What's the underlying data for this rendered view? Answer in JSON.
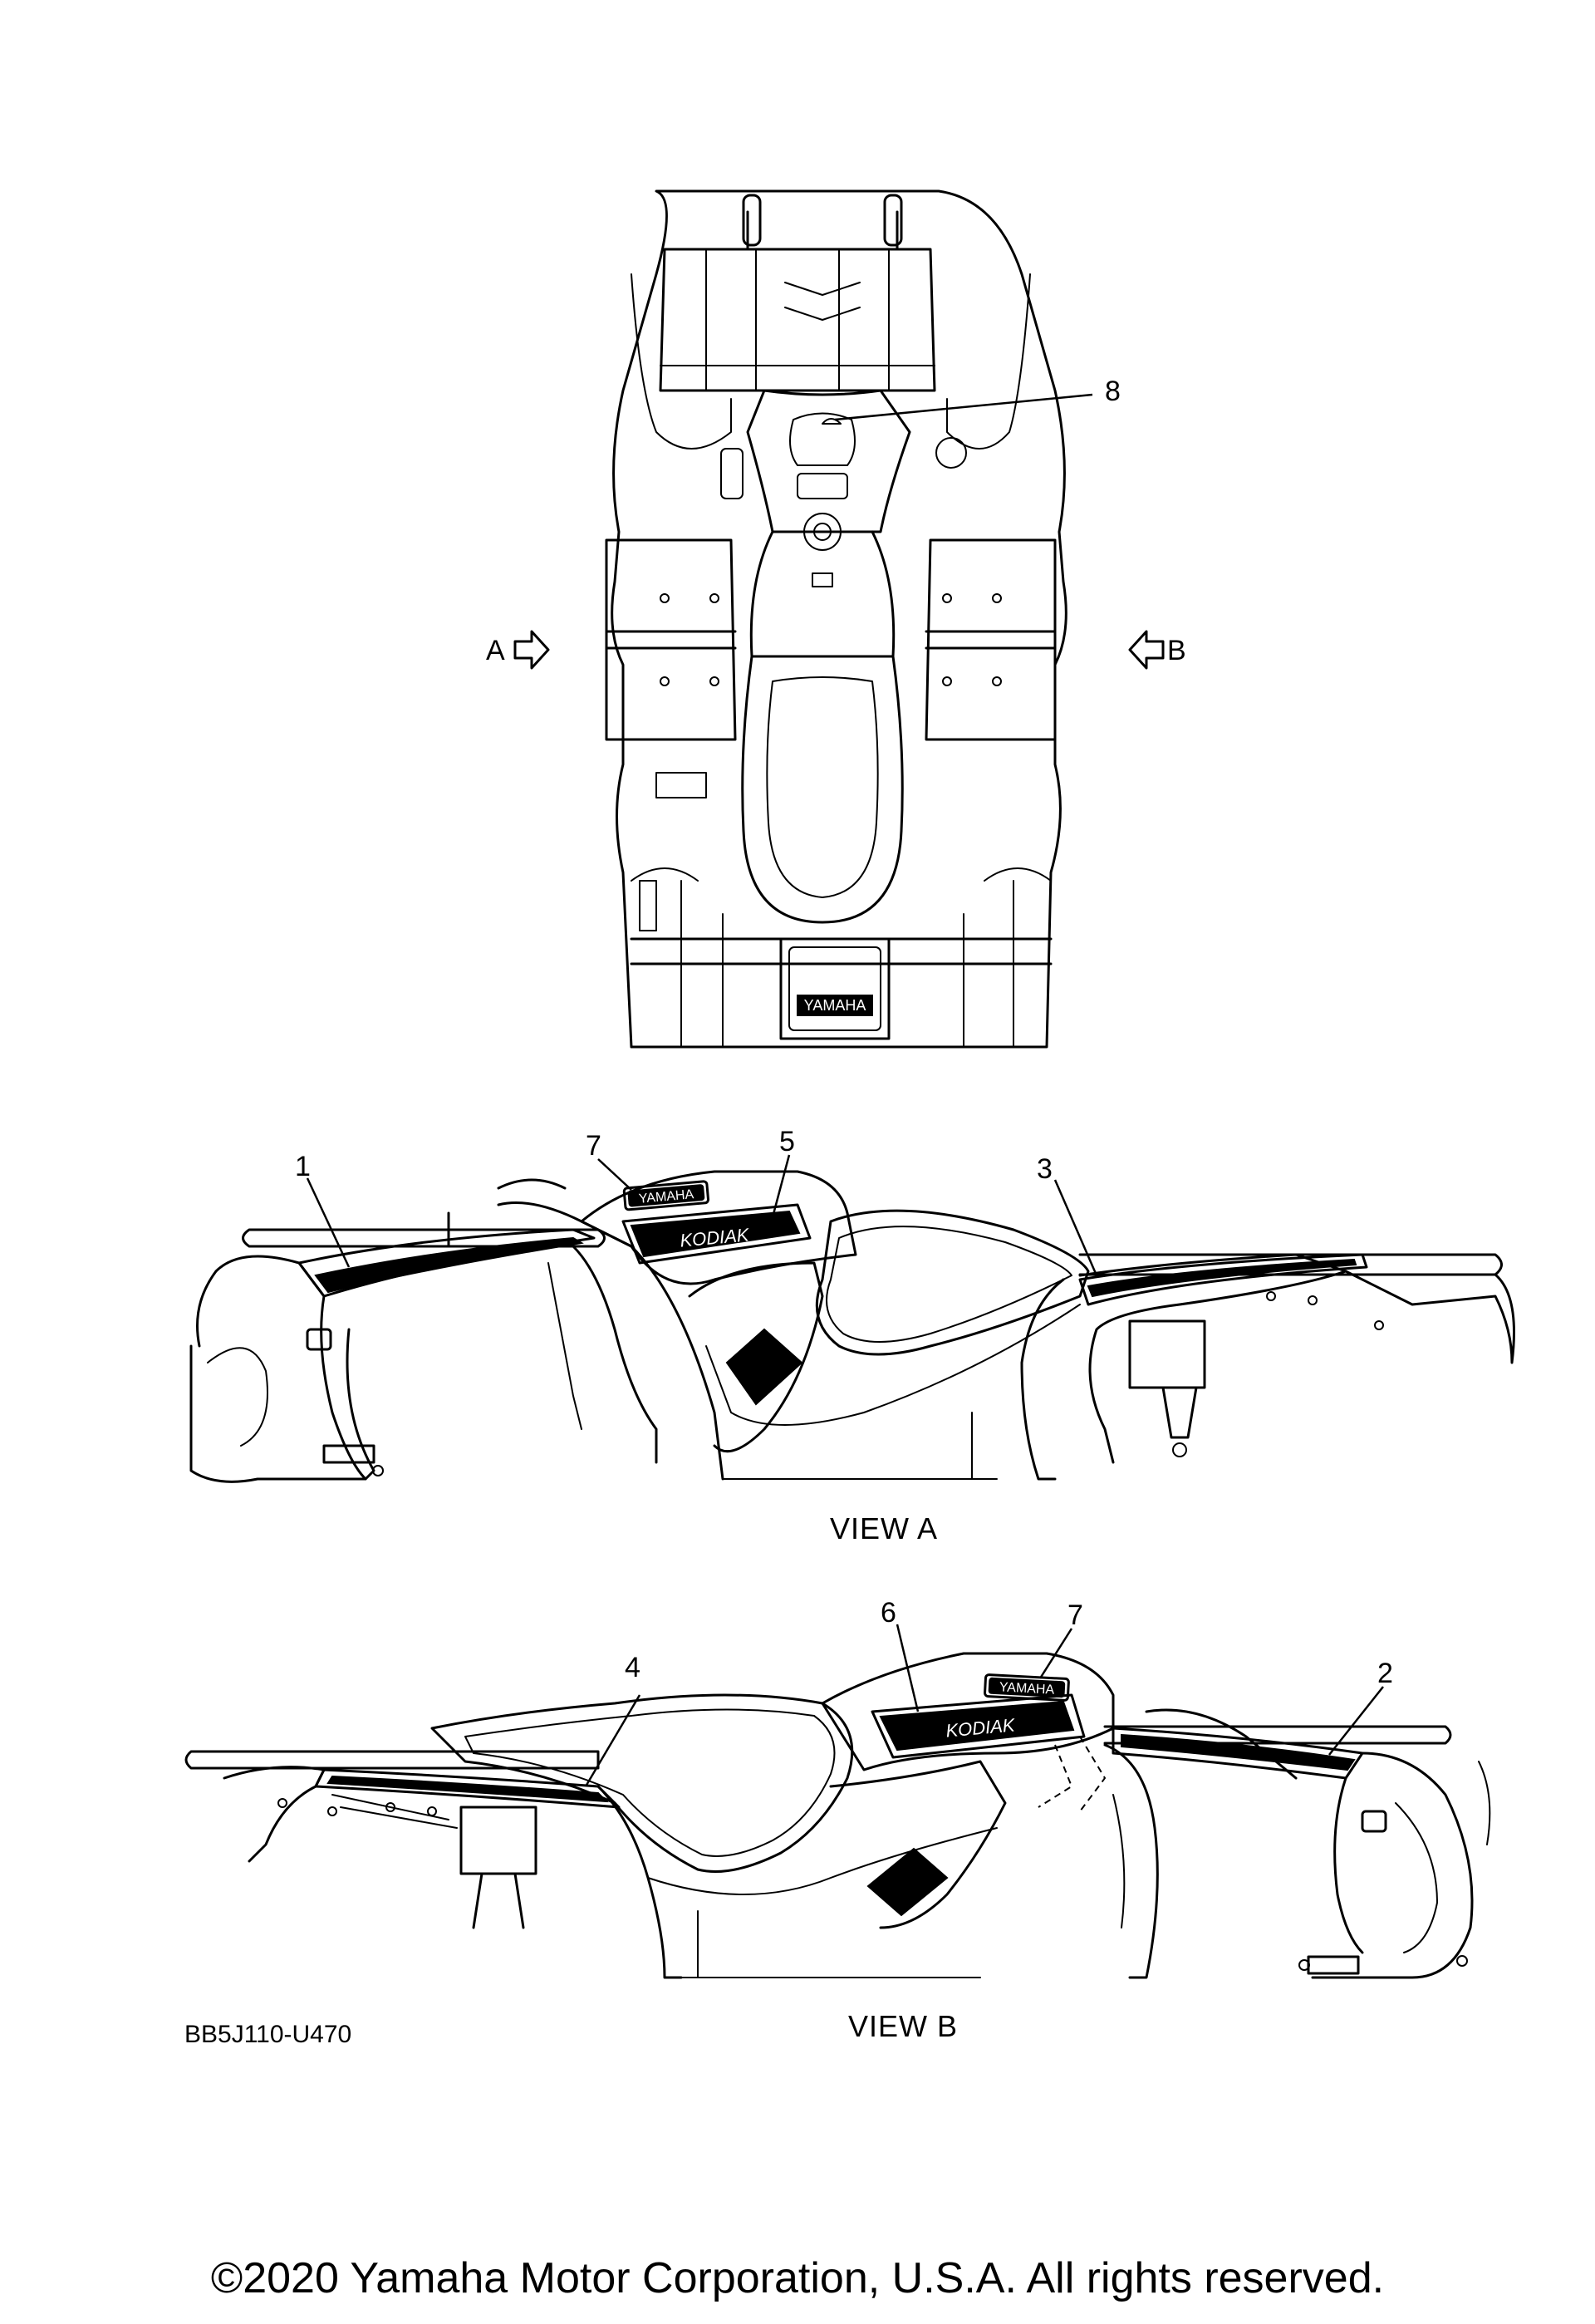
{
  "callouts": {
    "c1": "1",
    "c2": "2",
    "c3": "3",
    "c4": "4",
    "c5": "5",
    "c6": "6",
    "c7a": "7",
    "c7b": "7",
    "c8": "8"
  },
  "top_view": {
    "arrow_a_label": "A",
    "arrow_b_label": "B",
    "rear_logo_text": "YAMAHA"
  },
  "view_a": {
    "label": "VIEW A",
    "emblem_text": "YAMAHA",
    "tank_text": "KODIAK"
  },
  "view_b": {
    "label": "VIEW B",
    "emblem_text": "YAMAHA",
    "tank_text": "KODIAK"
  },
  "part_code": "BB5J110-U470",
  "copyright": "©2020 Yamaha Motor Corporation, U.S.A. All rights reserved."
}
